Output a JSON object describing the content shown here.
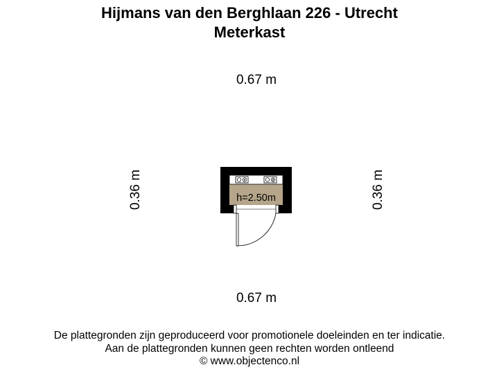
{
  "header": {
    "title": "Hijmans van den Berghlaan 226 - Utrecht",
    "subtitle": "Meterkast"
  },
  "dimensions": {
    "top": "0.67 m",
    "bottom": "0.67 m",
    "left": "0.36 m",
    "right": "0.36 m"
  },
  "room": {
    "height_label": "h=2.50m",
    "floor_color": "#b5a58a",
    "wall_color": "#000000"
  },
  "icons": [
    "electricity-meter-icon",
    "gas-meter-icon"
  ],
  "footer": {
    "line1": "De plattegronden zijn geproduceerd voor promotionele doeleinden en ter indicatie.",
    "line2": "Aan de plattegronden kunnen geen rechten worden ontleend",
    "line3": "© www.objectenco.nl"
  }
}
